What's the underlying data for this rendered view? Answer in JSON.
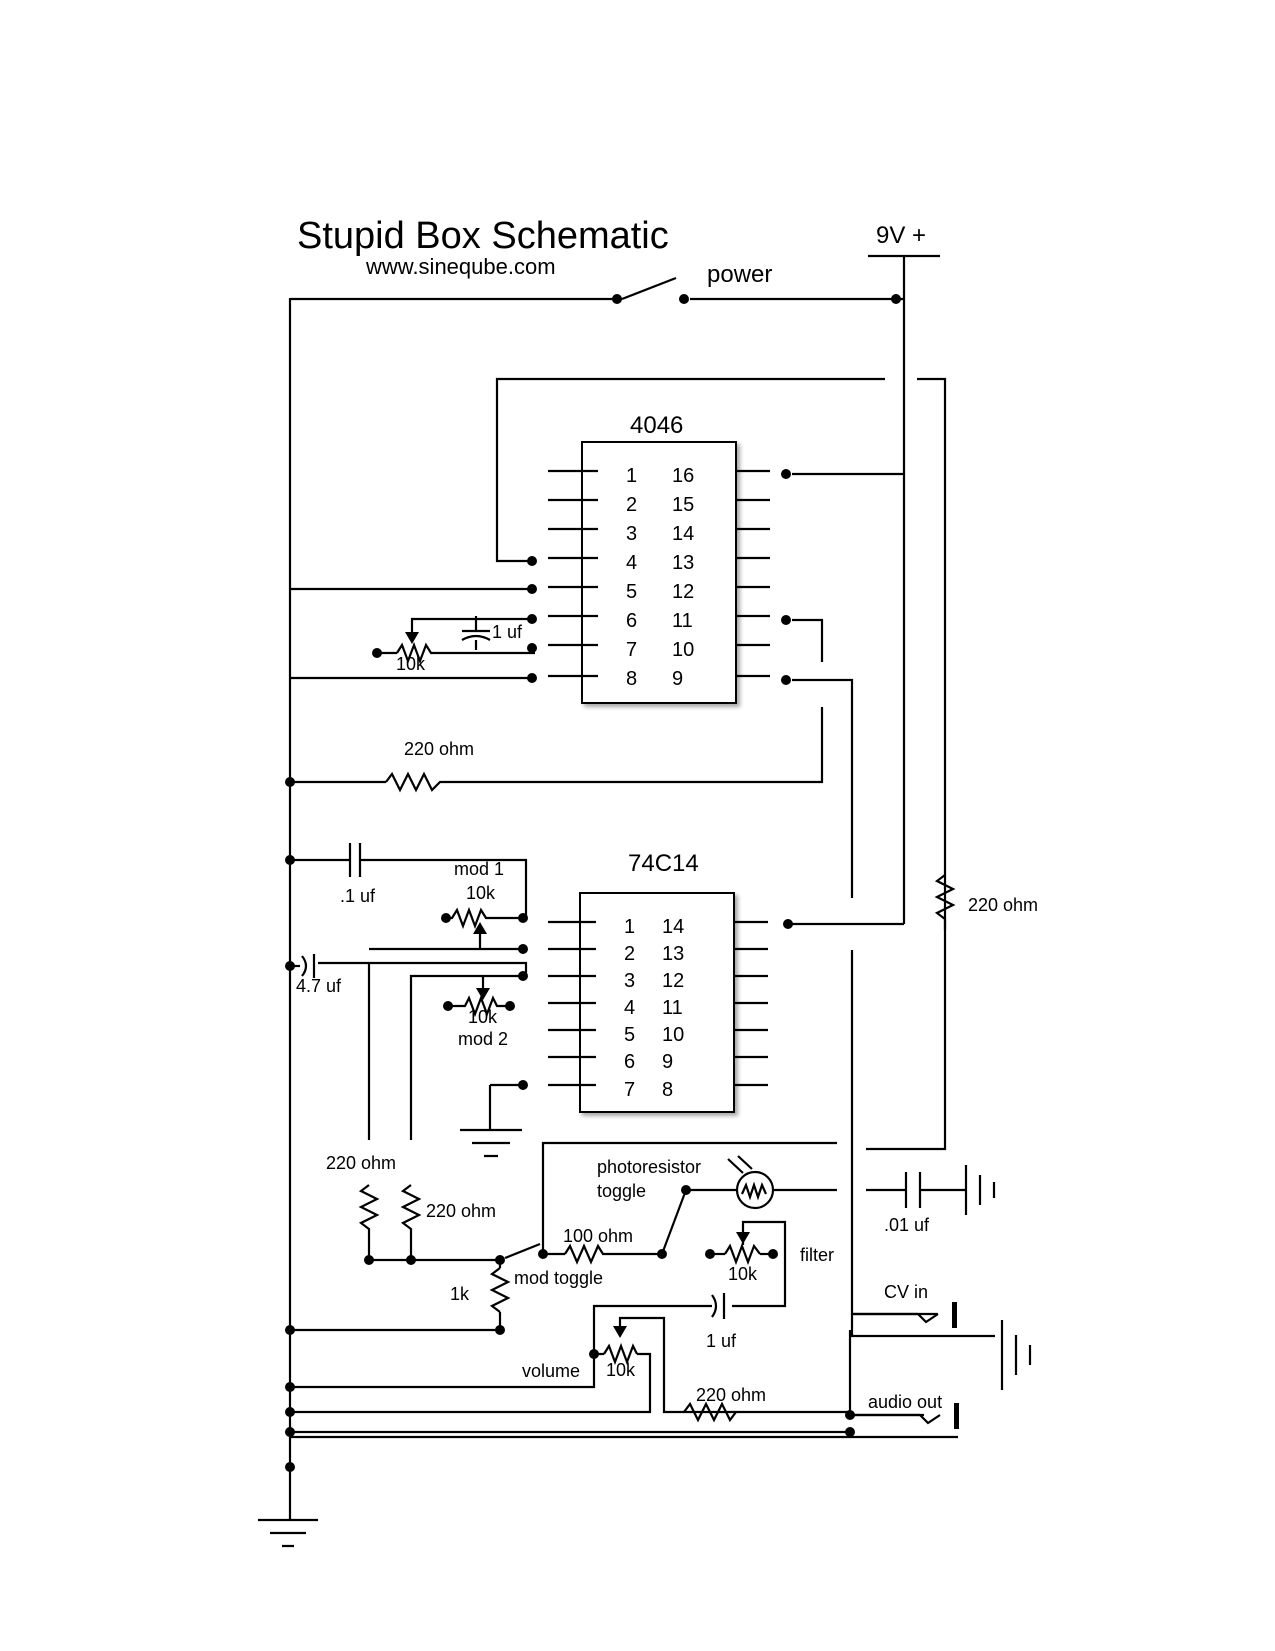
{
  "header": {
    "title": "Stupid Box Schematic",
    "website": "www.sineqube.com"
  },
  "supply": {
    "label": "9V +",
    "switch_label": "power"
  },
  "chips": [
    {
      "name": "4046",
      "left_pins": [
        "1",
        "2",
        "3",
        "4",
        "5",
        "6",
        "7",
        "8"
      ],
      "right_pins": [
        "16",
        "15",
        "14",
        "13",
        "12",
        "11",
        "10",
        "9"
      ]
    },
    {
      "name": "74C14",
      "left_pins": [
        "1",
        "2",
        "3",
        "4",
        "5",
        "6",
        "7"
      ],
      "right_pins": [
        "14",
        "13",
        "12",
        "11",
        "10",
        "9",
        "8"
      ]
    }
  ],
  "components": {
    "cap_1uf_vco": "1 uf",
    "pot_vco": "10k",
    "res_220_vco": "220 ohm",
    "cap_01uf": ".1 uf",
    "mod1_name": "mod 1",
    "mod1_value": "10k",
    "cap_47uf": "4.7 uf",
    "mod2_value": "10k",
    "mod2_name": "mod 2",
    "res_220_right": "220 ohm",
    "res_220_left": "220 ohm",
    "res_220_mid": "220 ohm",
    "photoresistor": "photoresistor",
    "toggle": "toggle",
    "res_100": "100 ohm",
    "res_1k": "1k",
    "mod_toggle": "mod toggle",
    "filter_pot": "10k",
    "filter": "filter",
    "cap_001uf": ".01 uf",
    "cv_in": "CV in",
    "cap_1uf_out": "1 uf",
    "volume": "volume",
    "volume_pot": "10k",
    "res_220_out": "220 ohm",
    "audio_out": "audio out"
  },
  "colors": {
    "ink": "#000000",
    "paper": "#ffffff"
  }
}
